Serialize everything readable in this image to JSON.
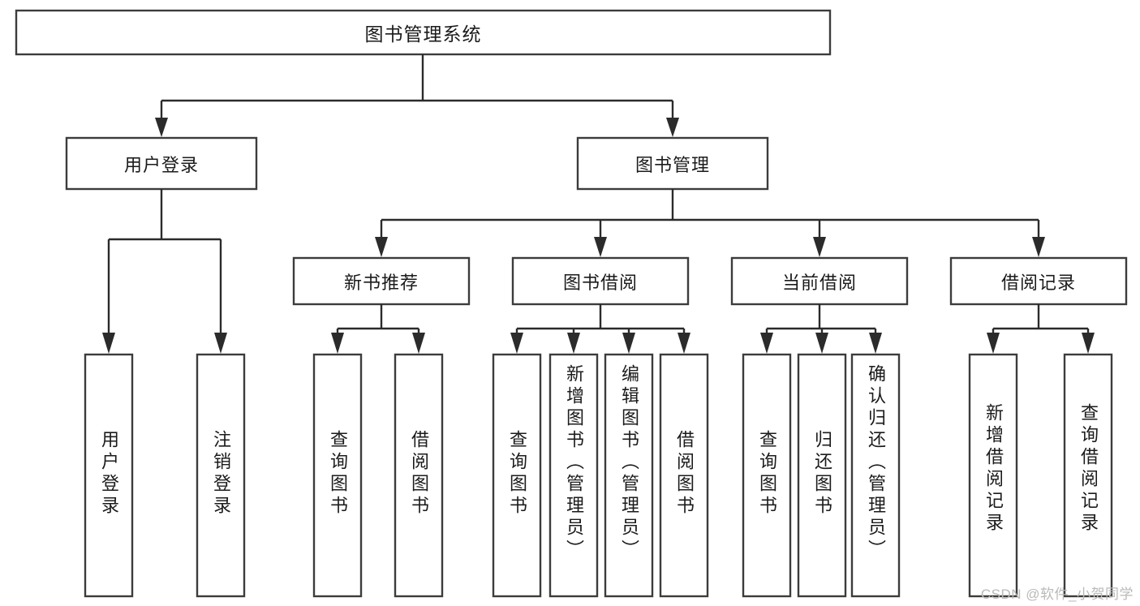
{
  "diagram": {
    "type": "tree-hierarchy-chart",
    "title_label": "图书管理系统",
    "orientation": "top-down",
    "text_direction_leaves": "vertical",
    "colors": {
      "box_fill": "#ffffff",
      "box_stroke": "#3c3c3c",
      "connector": "#2b2b2b",
      "text": "#1b1b1b",
      "background": "#ffffff",
      "watermark": "#b9b9b9"
    },
    "root": {
      "label": "图书管理系统"
    },
    "level1": [
      {
        "id": "user-login",
        "label": "用户登录"
      },
      {
        "id": "book-management",
        "label": "图书管理"
      }
    ],
    "level2": [
      {
        "id": "new-book-recommend",
        "label": "新书推荐",
        "parent": "book-management"
      },
      {
        "id": "book-borrow",
        "label": "图书借阅",
        "parent": "book-management"
      },
      {
        "id": "current-borrow",
        "label": "当前借阅",
        "parent": "book-management"
      },
      {
        "id": "borrow-record",
        "label": "借阅记录",
        "parent": "book-management"
      }
    ],
    "leaves": {
      "user-login": [
        {
          "id": "leaf-user-login",
          "label": "用户登录"
        },
        {
          "id": "leaf-logout-login",
          "label": "注销登录"
        }
      ],
      "new-book-recommend": [
        {
          "id": "leaf-query-book-1",
          "label": "查询图书"
        },
        {
          "id": "leaf-borrow-book-1",
          "label": "借阅图书"
        }
      ],
      "book-borrow": [
        {
          "id": "leaf-query-book-2",
          "label": "查询图书"
        },
        {
          "id": "leaf-add-book",
          "label": "新增图书（管理员）"
        },
        {
          "id": "leaf-edit-book",
          "label": "编辑图书（管理员）"
        },
        {
          "id": "leaf-borrow-book-2",
          "label": "借阅图书"
        }
      ],
      "current-borrow": [
        {
          "id": "leaf-query-book-3",
          "label": "查询图书"
        },
        {
          "id": "leaf-return-book",
          "label": "归还图书"
        },
        {
          "id": "leaf-confirm-return",
          "label": "确认归还（管理员）"
        }
      ],
      "borrow-record": [
        {
          "id": "leaf-add-record",
          "label": "新增借阅记录"
        },
        {
          "id": "leaf-query-record",
          "label": "查询借阅记录"
        }
      ]
    }
  },
  "watermark": {
    "text": "CSDN @软件_小贺同学"
  }
}
